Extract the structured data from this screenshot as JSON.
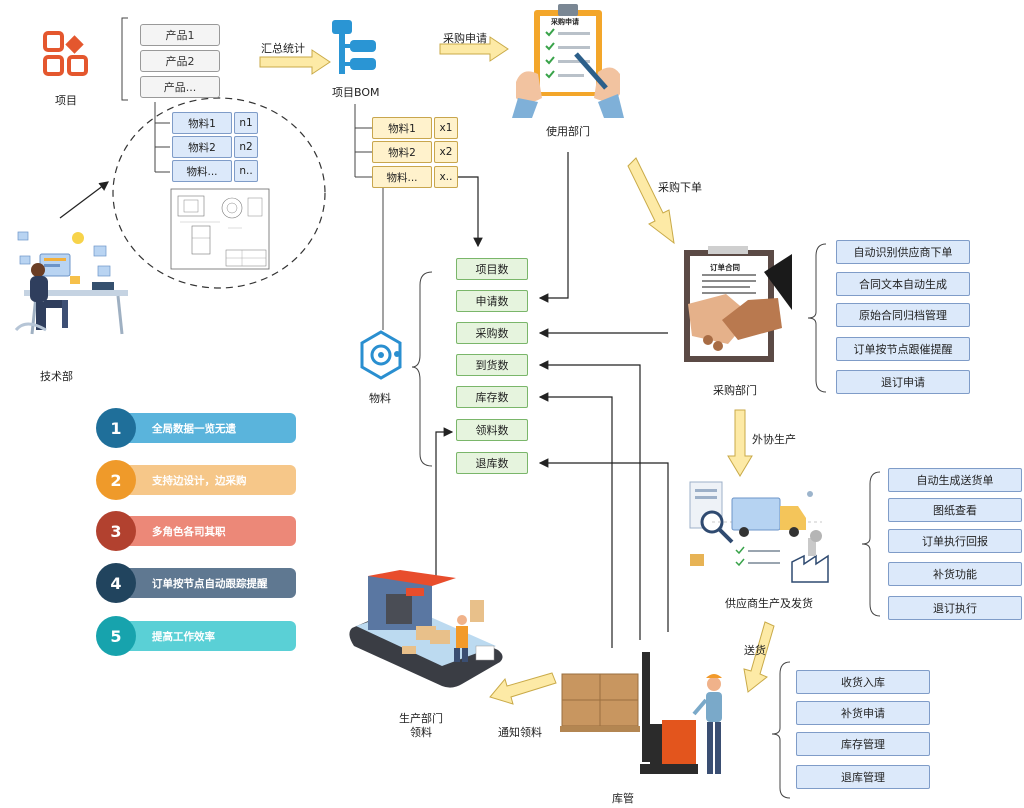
{
  "project": {
    "label": "项目",
    "products": [
      "产品1",
      "产品2",
      "产品..."
    ]
  },
  "materials_detail": [
    {
      "name": "物料1",
      "qty": "n1"
    },
    {
      "name": "物料2",
      "qty": "n2"
    },
    {
      "name": "物料...",
      "qty": "n.."
    }
  ],
  "summary_label": "汇总统计",
  "bom": {
    "label": "项目BOM",
    "rows": [
      {
        "name": "物料1",
        "qty": "x1"
      },
      {
        "name": "物料2",
        "qty": "x2"
      },
      {
        "name": "物料...",
        "qty": "x.."
      }
    ]
  },
  "purchase_request_label": "采购申请",
  "use_dept": {
    "label": "使用部门",
    "clipboard_title": "采购申请"
  },
  "purchase_order_label": "采购下单",
  "tech_dept": {
    "label": "技术部"
  },
  "material": {
    "label": "物料",
    "counts": [
      "项目数",
      "申请数",
      "采购数",
      "到货数",
      "库存数",
      "领料数",
      "退库数"
    ]
  },
  "purchasing": {
    "label": "采购部门",
    "contract_title": "订单合同",
    "functions": [
      "自动识别供应商下单",
      "合同文本自动生成",
      "原始合同归档管理",
      "订单按节点跟催提醒",
      "退订申请"
    ]
  },
  "outsource_label": "外协生产",
  "supplier": {
    "label": "供应商生产及发货",
    "functions": [
      "自动生成送货单",
      "图纸查看",
      "订单执行回报",
      "补货功能",
      "退订执行"
    ]
  },
  "delivery_label": "送货",
  "warehouse": {
    "label": "库管",
    "functions": [
      "收货入库",
      "补货申请",
      "库存管理",
      "退库管理"
    ]
  },
  "production": {
    "label_line1": "生产部门",
    "label_line2": "领料",
    "notify_label": "通知领料"
  },
  "features": [
    {
      "num": "1",
      "text": "全局数据一览无遗",
      "circle": "#1f6f9a",
      "bar": "#5ab4dc"
    },
    {
      "num": "2",
      "text": "支持边设计，边采购",
      "circle": "#ef9a2a",
      "bar": "#f6c789"
    },
    {
      "num": "3",
      "text": "多角色各司其职",
      "circle": "#b2412f",
      "bar": "#ec8878"
    },
    {
      "num": "4",
      "text": "订单按节点自动跟踪提醒",
      "circle": "#21445e",
      "bar": "#5f7891"
    },
    {
      "num": "5",
      "text": "提高工作效率",
      "circle": "#17a3ad",
      "bar": "#5ad0d6"
    }
  ]
}
